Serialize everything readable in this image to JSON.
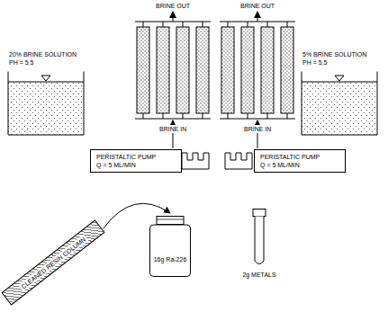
{
  "diagram": {
    "nodes": [
      {
        "text": [
          "20% BRINE SOLUTION",
          "PH = 5.5"
        ]
      },
      {
        "text": [
          "PERISTALTIC PUMP",
          "Q = 5 ML/MIN"
        ]
      },
      {
        "text": [
          "PERISTALTIC PUMP",
          "Q = 5 ML/MIN"
        ]
      },
      {
        "text": [
          "5% BRINE SOLUTION",
          "PH = 5.5"
        ]
      },
      {
        "text": [
          "CLEANED RESIN COLUMN"
        ]
      },
      {
        "text": [
          "16g Ra-226"
        ]
      },
      {
        "text": [
          "2g METALS"
        ]
      }
    ],
    "edges": [
      {
        "from": 4,
        "to": 5,
        "arrow": "to"
      }
    ],
    "labels": [
      "BRINE OUT",
      "BRINE OUT",
      "BRINE IN",
      "BRINE IN"
    ]
  }
}
